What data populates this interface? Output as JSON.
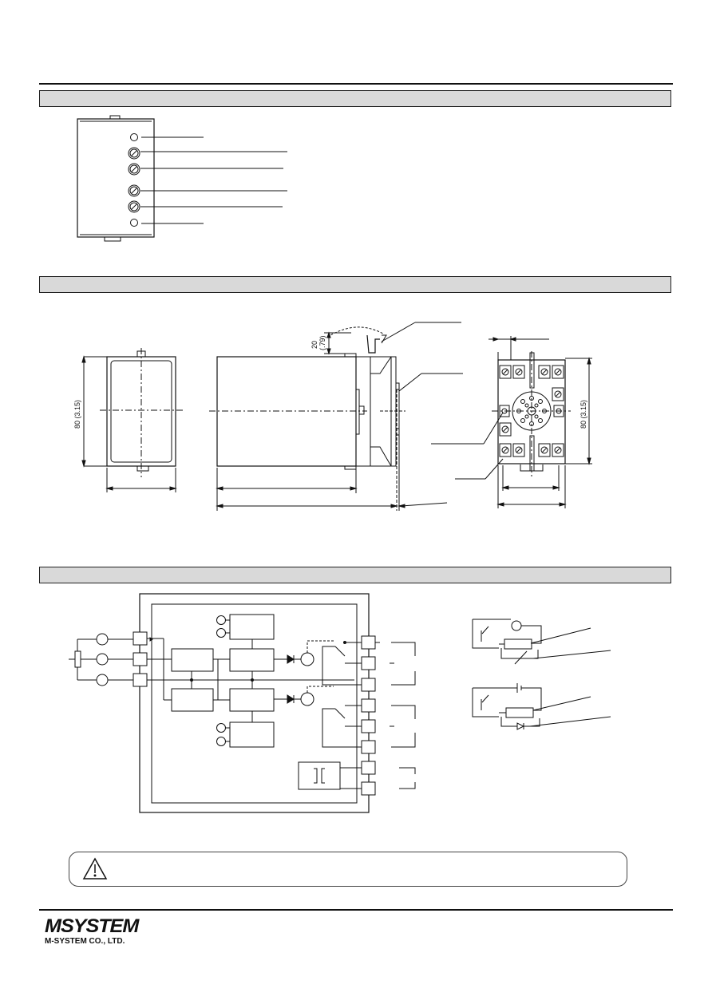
{
  "dimensions": {
    "height_a": "80 (3.15)",
    "height_b": "80 (3.15)",
    "rail_clearance": "20",
    "rail_clearance_in": "(.79)"
  },
  "footer": {
    "logo": "MSYSTEM",
    "company": "M-SYSTEM CO., LTD."
  }
}
